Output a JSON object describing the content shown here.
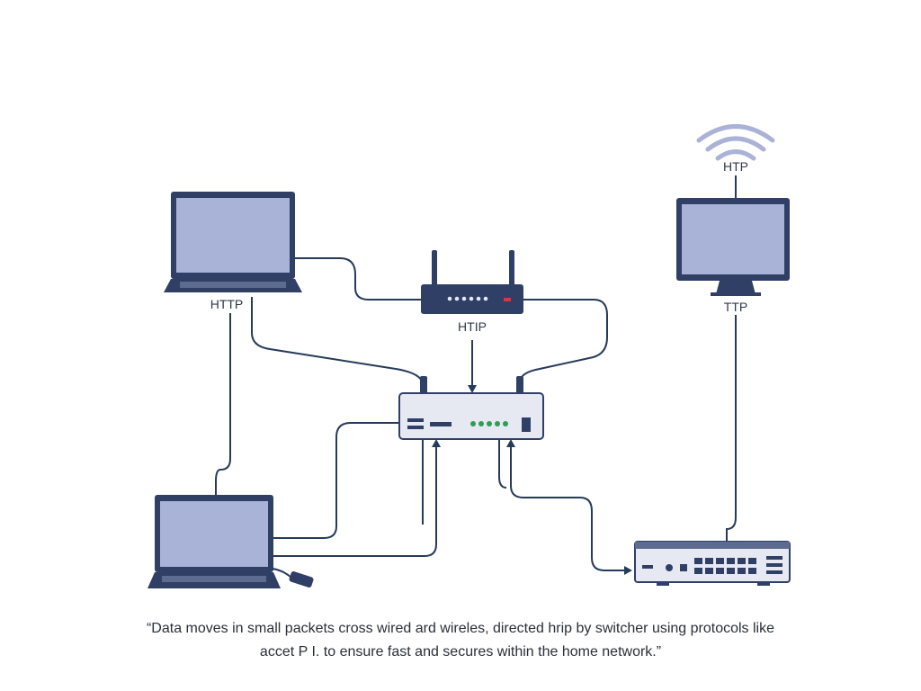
{
  "labels": {
    "laptop_top": "HTTP",
    "router": "HTIP",
    "monitor_wifi": "HTP",
    "monitor": "TTP"
  },
  "caption": {
    "line1": "“Data moves in small packets cross wired ard wireles, directed hrip by switcher using protocols like",
    "line2": "accet P I. to ensure fast and secures within the home network.”"
  },
  "colors": {
    "device_frame": "#2f3f66",
    "screen": "#a9b3d8",
    "line": "#263a5a",
    "device_light": "#e6e8f2",
    "led_green": "#2e9e57",
    "led_red": "#d43a3a",
    "wifi": "#aab2d6"
  },
  "icons": [
    "laptop-icon",
    "router-icon",
    "switch-icon",
    "monitor-icon",
    "wifi-icon",
    "usb-dongle-icon",
    "rack-switch-icon"
  ]
}
